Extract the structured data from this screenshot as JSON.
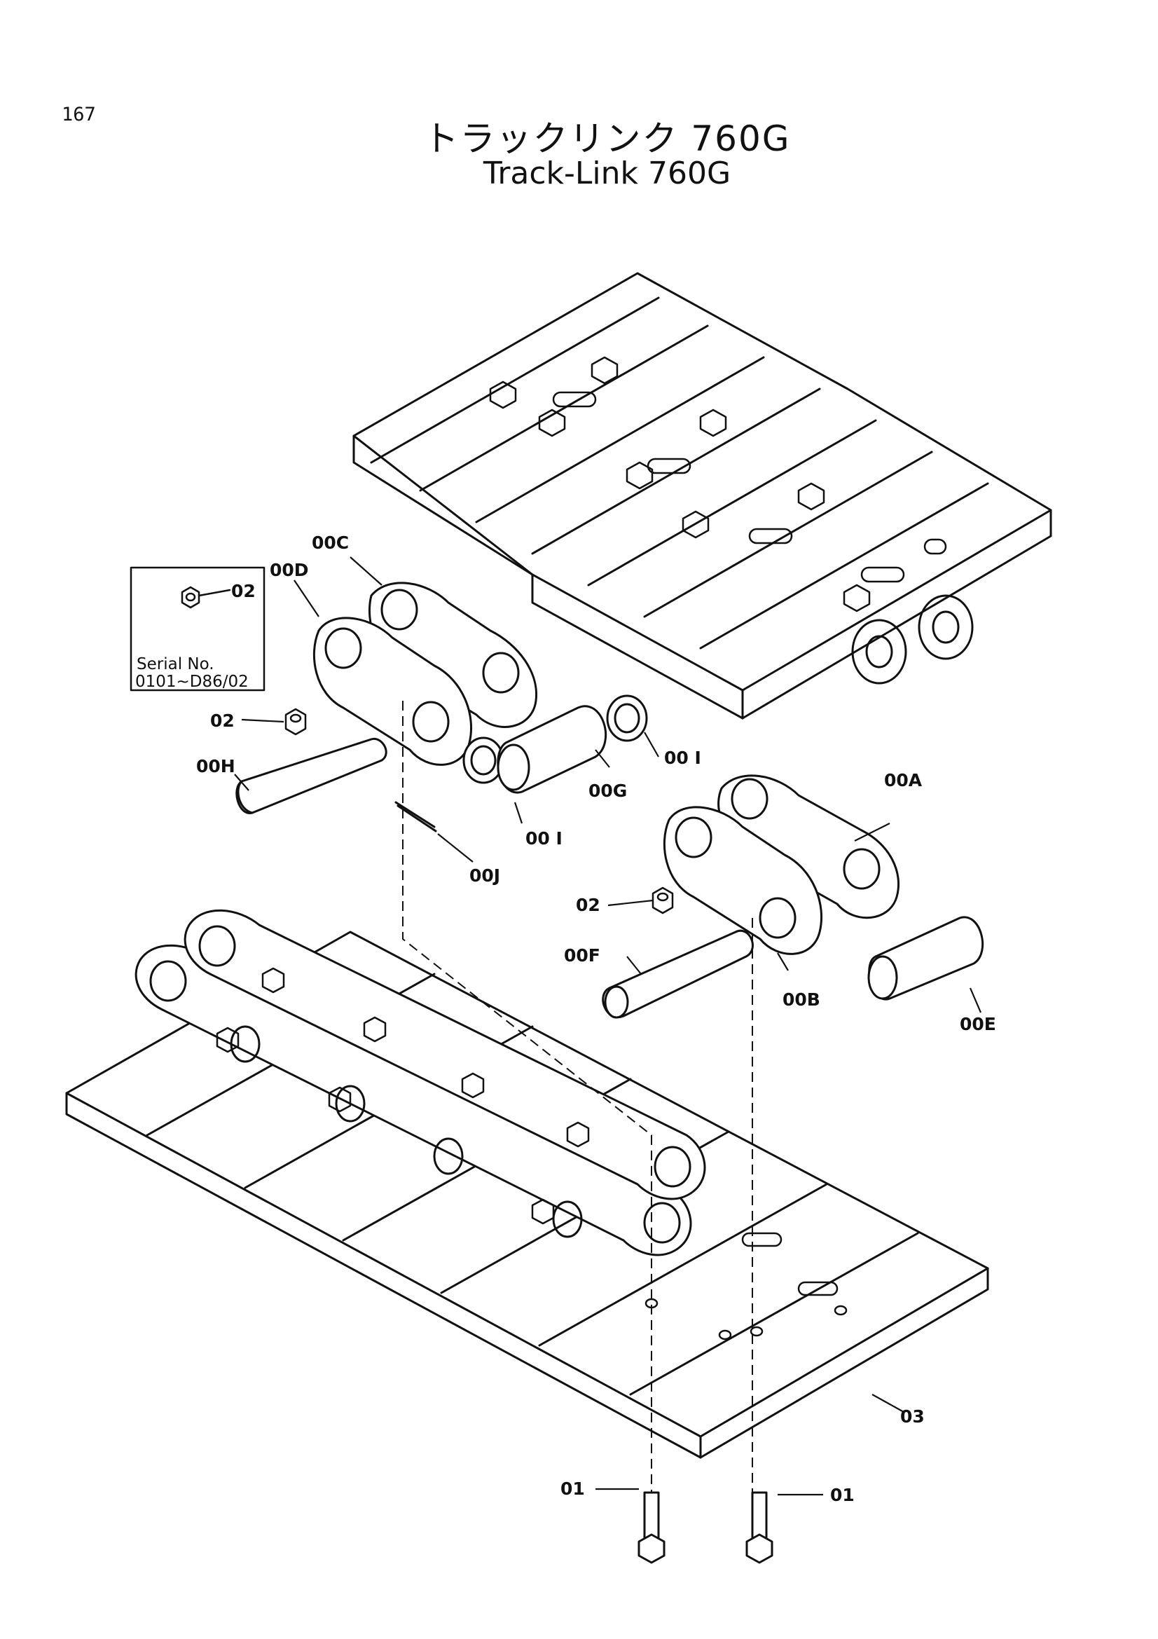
{
  "page_number": "167",
  "title_jp": "トラックリンク 760G",
  "title_en": "Track-Link 760G",
  "inset": {
    "part": "02",
    "serial_label": "Serial No.",
    "serial_range": "0101~D86/02"
  },
  "labels": {
    "00C": "00C",
    "00D": "00D",
    "02a": "02",
    "00H": "00H",
    "00J": "00J",
    "00I_upper": "00 I",
    "00I_lower": "00 I",
    "00G": "00G",
    "00A": "00A",
    "02b": "02",
    "00F": "00F",
    "00B": "00B",
    "00E": "00E",
    "03": "03",
    "01_left": "01",
    "01_right": "01"
  }
}
